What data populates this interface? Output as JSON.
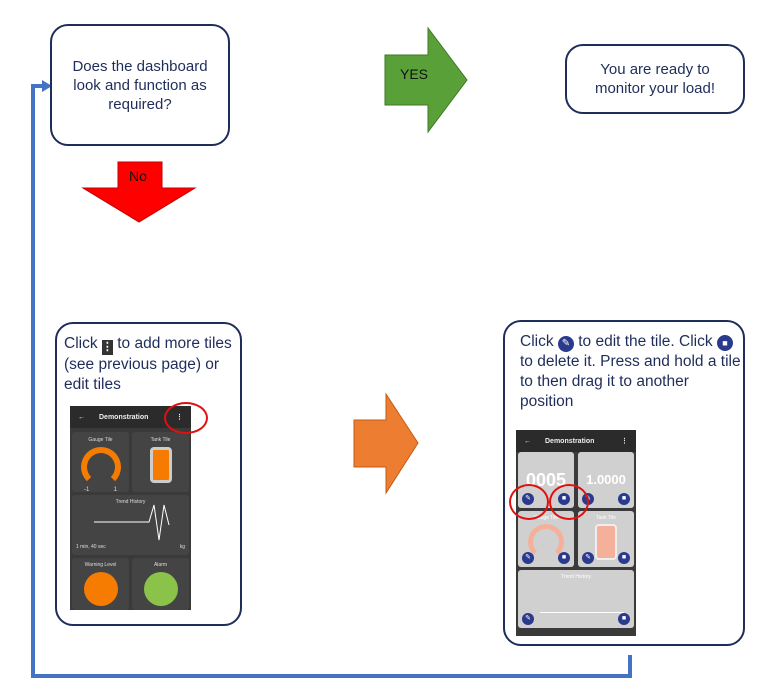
{
  "decision": {
    "text": "Does the dashboard look and function as required?"
  },
  "yes_arrow": {
    "label": "YES",
    "color": "#5aa038"
  },
  "no_arrow": {
    "label": "No",
    "color": "#ff0000"
  },
  "ready": {
    "text": "You are ready to monitor your load!"
  },
  "step_add": {
    "text_before": "Click",
    "text_after": "to add more tiles (see previous page) or edit tiles",
    "icon": "kebab-menu-icon"
  },
  "step_edit": {
    "t1": "Click",
    "t2": "to edit the tile. Click",
    "t3": "to delete it. Press and hold a tile to then drag it to another position",
    "edit_icon": "pencil-icon",
    "delete_icon": "trash-icon"
  },
  "next_arrow": {
    "color": "#ed7d31"
  },
  "loop_color": "#4472c4",
  "phone_left": {
    "title": "Demonstration",
    "gauge": "Gauge Tile",
    "gauge_min": "-1",
    "gauge_max": "1",
    "tank": "Tank Tile",
    "trend": "Trend History",
    "trend_time": "1 min, 40 sec",
    "trend_unit": "kg",
    "warning": "Warning Level",
    "alarm": "Alarm"
  },
  "phone_right": {
    "title": "Demonstration",
    "value1": "0005",
    "value2": "1.0000",
    "gauge": "Gauge Tile",
    "tank": "Tank Tile",
    "trend": "Trend History"
  }
}
